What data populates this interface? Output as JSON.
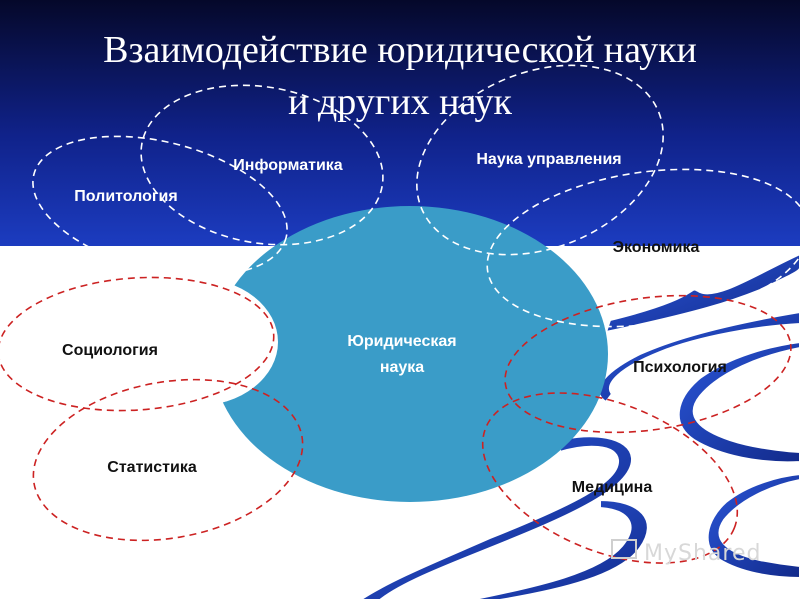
{
  "slide": {
    "title_line1": "Взаимодействие юридической науки",
    "title_line2": "и других наук",
    "center_label_line1": "Юридическая",
    "center_label_line2": "наука",
    "watermark": "MyShared"
  },
  "petals": [
    {
      "label": "Политология"
    },
    {
      "label": "Информатика"
    },
    {
      "label": "Наука управления"
    },
    {
      "label": "Экономика"
    },
    {
      "label": "Социология"
    },
    {
      "label": "Психология"
    },
    {
      "label": "Статистика"
    },
    {
      "label": "Медицина"
    }
  ],
  "colors": {
    "header_top": "#0a0f3a",
    "header_bottom": "#1a36b8",
    "center_circle": "#3a9cc8",
    "dashed_white": "#ffffff",
    "dashed_red": "#cc2222",
    "river": "#1b3aa8"
  }
}
